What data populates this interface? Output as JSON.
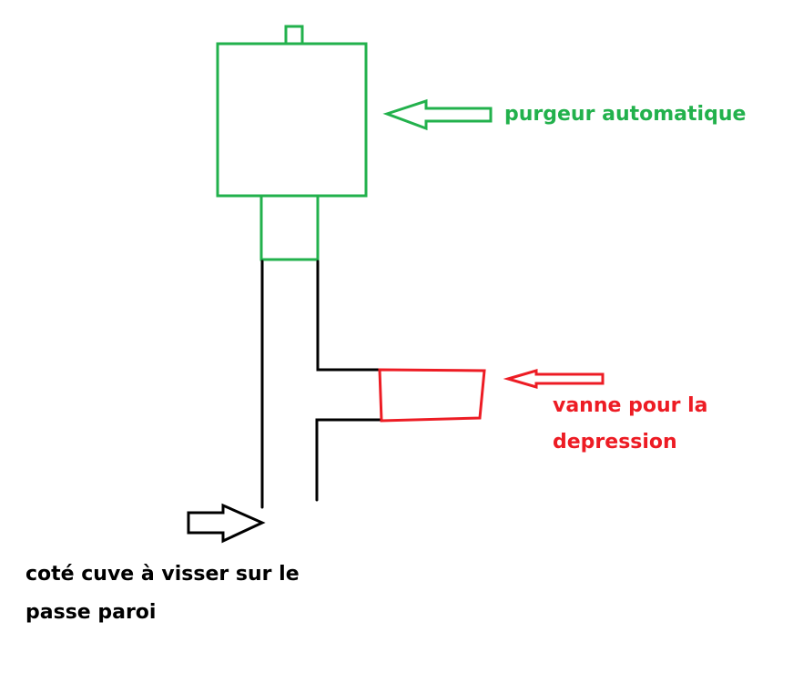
{
  "colors": {
    "purgeur": "#22b14c",
    "vanne": "#ed1c24",
    "cote": "#000000",
    "pipe": "#000000"
  },
  "labels": {
    "purgeur": "purgeur automatique",
    "vanne_line1": "vanne pour la",
    "vanne_line2": "depression",
    "cote_line1": "coté cuve à visser sur le",
    "cote_line2": "passe paroi"
  }
}
